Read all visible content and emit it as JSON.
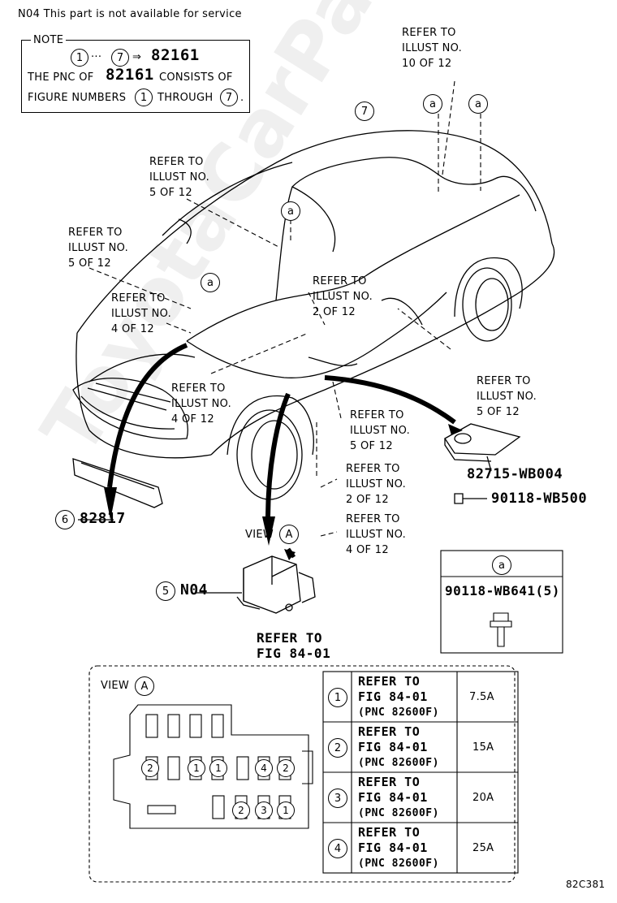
{
  "header": {
    "text": "N04 This part is not available for service"
  },
  "note": {
    "title": "NOTE",
    "line1_from": "1",
    "line1_dots": "···",
    "line1_to": "7",
    "line1_arrow": "⇒",
    "line1_pnc": "82161",
    "line2_a": "THE PNC OF",
    "line2_pnc": "82161",
    "line2_b": "CONSISTS OF",
    "line3_a": "FIGURE NUMBERS",
    "line3_from": "1",
    "line3_b": "THROUGH",
    "line3_to": "7",
    "line3_end": "."
  },
  "refs": {
    "r10": "REFER TO\nILLUST NO.\n10 OF 12",
    "r5a": "REFER TO\nILLUST NO.\n5 OF 12",
    "r5b": "REFER TO\nILLUST NO.\n5 OF 12",
    "r4a": "REFER TO\nILLUST NO.\n4 OF 12",
    "r2a": "REFER TO\nILLUST NO.\n2 OF 12",
    "r4b": "REFER TO\nILLUST NO.\n4 OF 12",
    "r5c": "REFER TO\nILLUST NO.\n5 OF 12",
    "r5d": "REFER TO\nILLUST NO.\n5 OF 12",
    "r2b": "REFER TO\nILLUST NO.\n2 OF 12",
    "r4c": "REFER TO\nILLUST NO.\n4 OF 12"
  },
  "callouts": {
    "seven": "7",
    "a": "a",
    "six": "6",
    "six_part": "82817",
    "five": "5",
    "five_part": "N04",
    "view": "VIEW",
    "view_letter": "A",
    "refer_fig_1": "REFER TO",
    "refer_fig_2": "FIG 84-01"
  },
  "parts": {
    "p1": "82715-WB004",
    "p2": "90118-WB500"
  },
  "a_box": {
    "label": "a",
    "part": "90118-WB641(5)"
  },
  "view_panel": {
    "label": "VIEW",
    "letter": "A",
    "fuse_numbers": [
      "2",
      "1",
      "1",
      "4",
      "2",
      "2",
      "3",
      "1"
    ]
  },
  "legend": [
    {
      "num": "1",
      "l1": "REFER TO",
      "l2": "FIG 84-01",
      "l3": "(PNC 82600F)",
      "amp": "7.5A"
    },
    {
      "num": "2",
      "l1": "REFER TO",
      "l2": "FIG 84-01",
      "l3": "(PNC 82600F)",
      "amp": "15A"
    },
    {
      "num": "3",
      "l1": "REFER TO",
      "l2": "FIG 84-01",
      "l3": "(PNC 82600F)",
      "amp": "20A"
    },
    {
      "num": "4",
      "l1": "REFER TO",
      "l2": "FIG 84-01",
      "l3": "(PNC 82600F)",
      "amp": "25A"
    }
  ],
  "footer": {
    "code": "82C381"
  },
  "watermark": "ToyotaCarPart.ru"
}
